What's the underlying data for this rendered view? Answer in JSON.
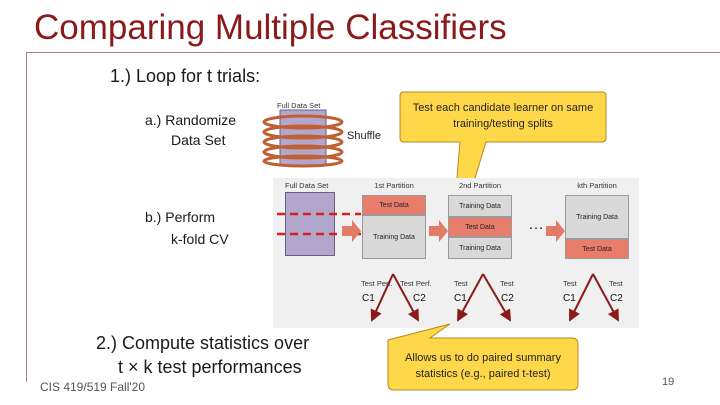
{
  "title": "Comparing Multiple Classifiers",
  "step1": "1.) Loop for t trials:",
  "step1_a": "a.) Randomize",
  "step1_a2": "Data Set",
  "step1_b": "b.) Perform",
  "step1_b2": "k-fold CV",
  "step2_line1": "2.) Compute statistics over",
  "step2_line2": "t × k test performances",
  "full_data_set_top": "Full Data Set",
  "full_data_set": "Full Data Set",
  "shuffle": "Shuffle",
  "callout_top": "Test each candidate learner on same training/testing splits",
  "callout_bottom": "Allows us to do paired summary statistics (e.g., paired t-test)",
  "partitions": [
    "1st Partition",
    "2nd Partition",
    "kth Partition"
  ],
  "cells": {
    "test_data": "Test Data",
    "training_data": "Training Data"
  },
  "ellipsis": "…",
  "p1_labels": [
    "Test Perf.",
    "Test Perf."
  ],
  "p2_labels": [
    "Test",
    "Test"
  ],
  "pk_labels": [
    "Test",
    "Test"
  ],
  "classifiers": [
    "C1",
    "C2"
  ],
  "footer": "CIS 419/519 Fall'20",
  "page_number": "19",
  "colors": {
    "title": "#8b1a1a",
    "test_data": "#e97d6c",
    "training_data": "#d9d9d9",
    "dataset": "#b3a6cc",
    "callout": "#ffd84a",
    "arrow": "#e07b68",
    "ring": "#c06030"
  }
}
